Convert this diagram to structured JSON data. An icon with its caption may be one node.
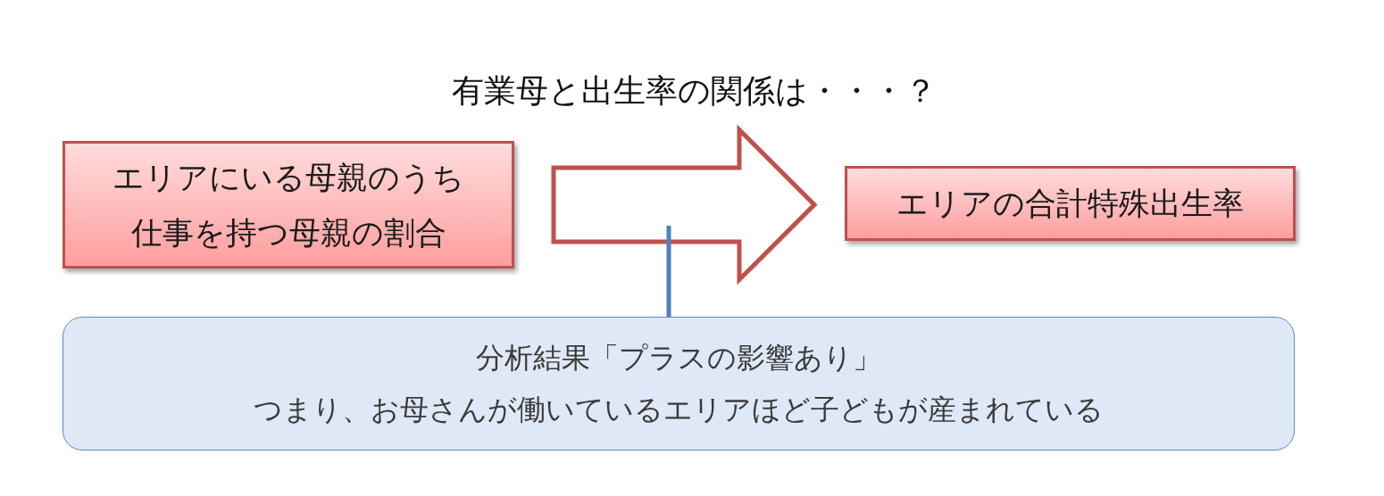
{
  "diagram": {
    "title": "有業母と出生率の関係は・・・？",
    "nodes": [
      {
        "text": [
          "エリアにいる母親のうち仕事を持つ母親の割合"
        ]
      },
      {
        "text": [
          "エリアの合計特殊出生率"
        ]
      },
      {
        "text": [
          "分析結果「プラスの影響あり」",
          "つまり、お母さんが働いているエリアほど子どもが産まれている"
        ]
      }
    ],
    "edges": [
      {
        "from": 0,
        "to": 1,
        "arrow": "to",
        "color": "#c0504d"
      },
      {
        "from": 2,
        "to": null,
        "arrow": "none",
        "color": "#4f81bd"
      }
    ]
  }
}
